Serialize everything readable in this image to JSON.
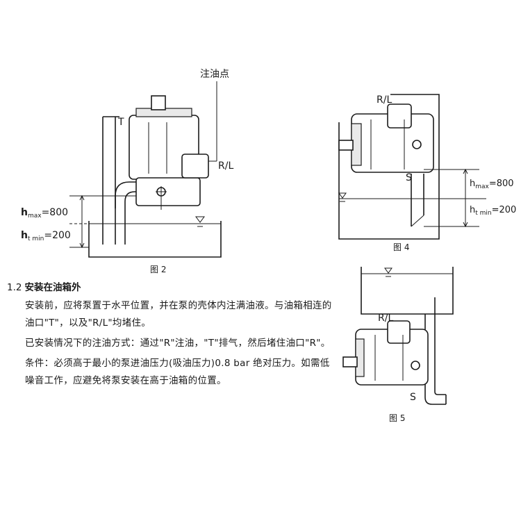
{
  "fig2": {
    "top_label": "注油点",
    "t_label": "T",
    "rl_label": "R/L",
    "hmax_label": "h",
    "hmax_sub": "max",
    "hmax_value": "=800",
    "hmin_label": "h",
    "hmin_sub": "t min",
    "hmin_value": "=200",
    "caption": "图 2"
  },
  "fig4": {
    "rl_label": "R/L",
    "s_label": "S",
    "hmax_label": "h",
    "hmax_sub": "max",
    "hmax_value": "=800",
    "hmin_label": "h",
    "hmin_sub": "t min",
    "hmin_value": "=200",
    "caption": "图 4"
  },
  "fig5": {
    "rl_label": "R/L",
    "s_label": "S",
    "caption": "图 5"
  },
  "section": {
    "number": "1.2",
    "title": "安装在油箱外",
    "paragraphs": [
      "安装前，应将泵置于水平位置，并在泵的壳体内注满油液。与油箱相连的油口\"T\"，以及\"R/L\"均堵住。",
      "已安装情况下的注油方式：通过\"R\"注油，\"T\"排气，然后堵住油口\"R\"。",
      "条件：必须高于最小的泵进油压力(吸油压力)0.8 bar 绝对压力。如需低噪音工作，应避免将泵安装在高于油箱的位置。"
    ]
  }
}
